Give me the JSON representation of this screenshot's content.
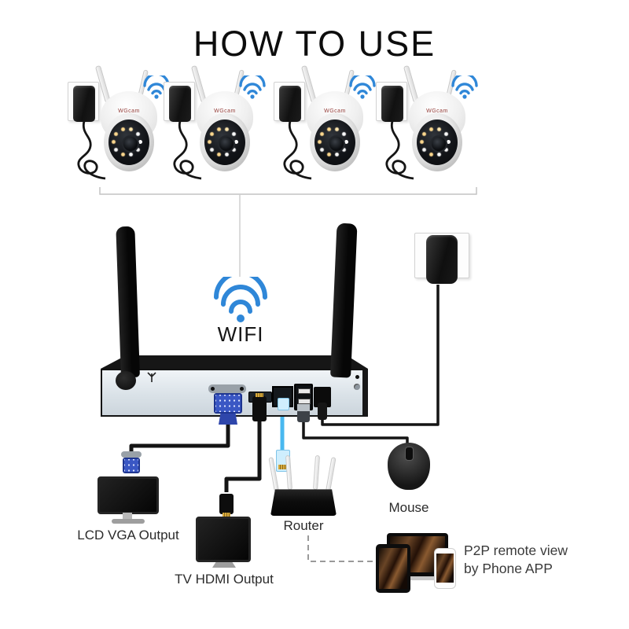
{
  "title": "HOW TO USE",
  "wifi": {
    "label": "WIFI"
  },
  "cameras": {
    "count": 4,
    "logo": "WGcam"
  },
  "outputs": {
    "lcd_label": "LCD VGA Output",
    "tv_label": "TV HDMI Output",
    "router_label": "Router",
    "mouse_label": "Mouse",
    "p2p_line1": "P2P remote view",
    "p2p_line2": "by Phone APP"
  },
  "colors": {
    "wifi_blue": "#2f87d8",
    "ethernet_blue": "#49b8ef",
    "vga_blue": "#3a57c4"
  }
}
